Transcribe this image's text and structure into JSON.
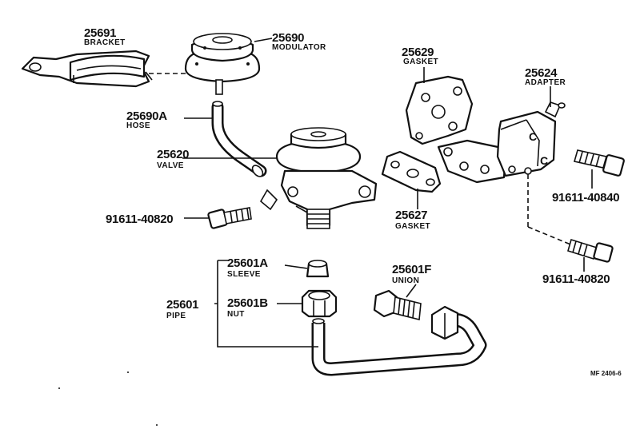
{
  "parts": {
    "bracket": {
      "number": "25691",
      "name": "BRACKET"
    },
    "modulator": {
      "number": "25690",
      "name": "MODULATOR"
    },
    "hose": {
      "number": "25690A",
      "name": "HOSE"
    },
    "valve": {
      "number": "25620",
      "name": "VALVE"
    },
    "bolt_left": {
      "number": "91611-40820"
    },
    "gasket_upper": {
      "number": "25629",
      "name": "GASKET"
    },
    "adapter": {
      "number": "25624",
      "name": "ADAPTER"
    },
    "gasket_lower": {
      "number": "25627",
      "name": "GASKET"
    },
    "bolt_right_upper": {
      "number": "91611-40840"
    },
    "bolt_right_lower": {
      "number": "91611-40820"
    },
    "sleeve": {
      "number": "25601A",
      "name": "SLEEVE"
    },
    "union": {
      "number": "25601F",
      "name": "UNION"
    },
    "pipe": {
      "number": "25601",
      "name": "PIPE"
    },
    "nut": {
      "number": "25601B",
      "name": "NUT"
    }
  },
  "figure_ref": "MF 2406-6"
}
